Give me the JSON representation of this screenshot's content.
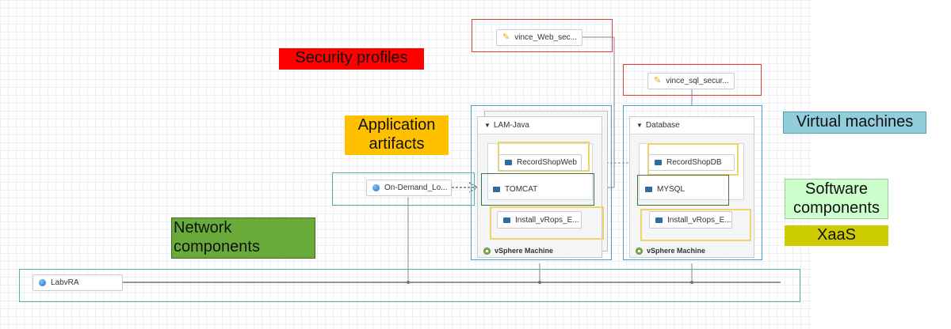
{
  "labels": {
    "security_profiles": "Security profiles",
    "application_artifacts": "Application artifacts",
    "virtual_machines": "Virtual machines",
    "software_components": "Software components",
    "xaas": "XaaS",
    "network_components": "Network components"
  },
  "components": {
    "vince_web_sec": "vince_Web_sec...",
    "vince_sql_sec": "vince_sql_secur...",
    "on_demand_lb": "On-Demand_Lo...",
    "labvra": "LabvRA",
    "recordshopweb": "RecordShopWeb",
    "tomcat": "TOMCAT",
    "install_vrops_1": "Install_vRops_E...",
    "recordshopdb": "RecordShopDB",
    "mysql": "MYSQL",
    "install_vrops_2": "Install_vRops_E..."
  },
  "vms": {
    "lam_java": {
      "title": "LAM-Java",
      "footer": "vSphere Machine"
    },
    "database": {
      "title": "Database",
      "footer": "vSphere Machine"
    }
  },
  "colors": {
    "security_profiles": "#ff0000",
    "application_artifacts": "#ffc000",
    "virtual_machines": "#92cddc",
    "software_components": "#ccffcc",
    "xaas": "#cccc00",
    "network_components": "#6aaa3a",
    "vm_outline": "#4aa0d0",
    "security_outline": "#e53935"
  }
}
